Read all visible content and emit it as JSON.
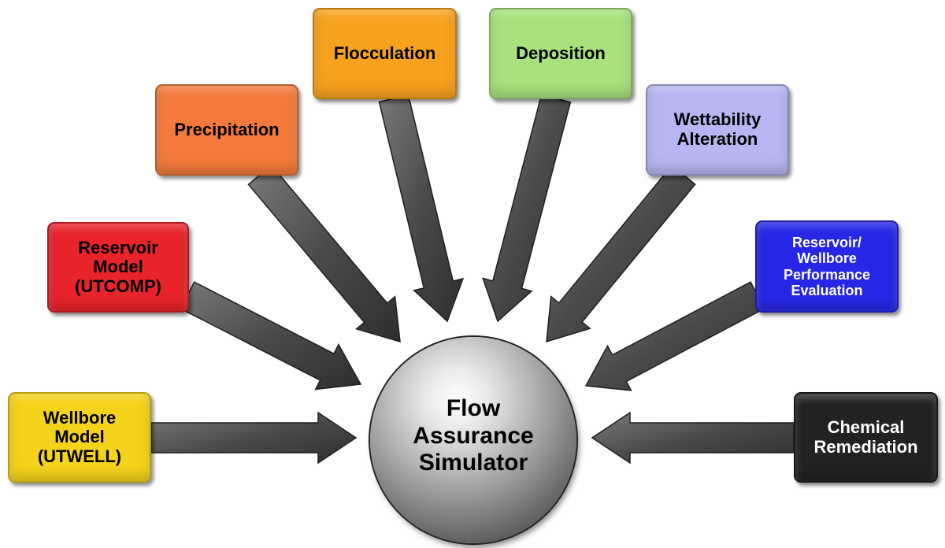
{
  "center": {
    "label": "Flow\nAssurance\nSimulator"
  },
  "boxes": {
    "wellbore": {
      "label": "Wellbore\nModel\n(UTWELL)",
      "color": "#f5d31a"
    },
    "reservoir": {
      "label": "Reservoir\nModel\n(UTCOMP)",
      "color": "#e8242a"
    },
    "precipitation": {
      "label": "Precipitation",
      "color": "#f37a3a"
    },
    "flocculation": {
      "label": "Flocculation",
      "color": "#f7a21e"
    },
    "deposition": {
      "label": "Deposition",
      "color": "#a9e27c"
    },
    "wettability": {
      "label": "Wettability\nAlteration",
      "color": "#b6b6f2"
    },
    "performance": {
      "label": "Reservoir/\nWellbore\nPerformance\nEvaluation",
      "color": "#2626e6"
    },
    "chemical": {
      "label": "Chemical\nRemediation",
      "color": "#222222"
    }
  },
  "arrow_color": "#4a4a4a"
}
